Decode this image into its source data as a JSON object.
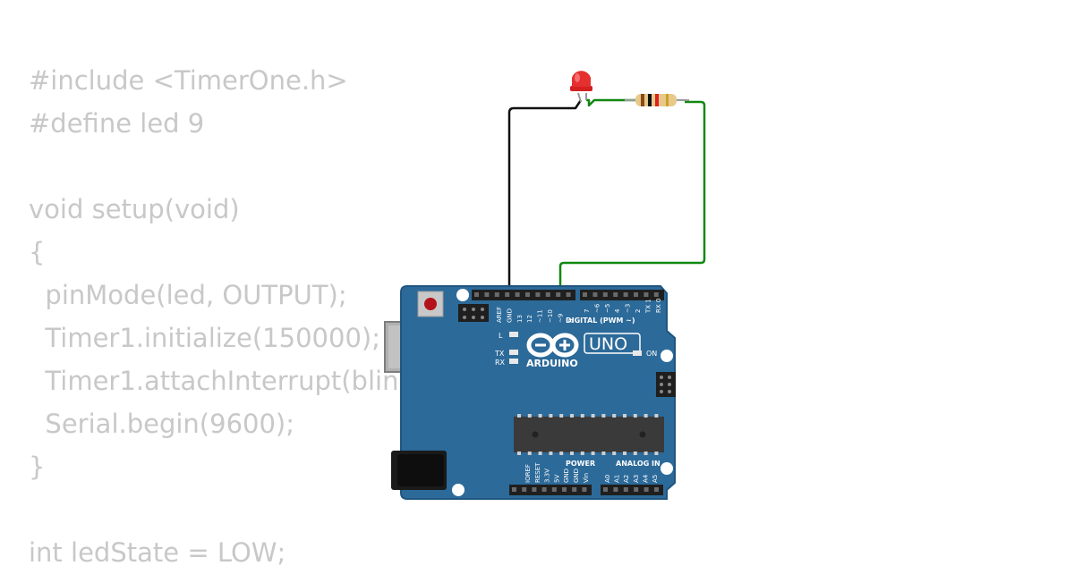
{
  "code": {
    "lines": [
      "#include <TimerOne.h>",
      "#define led 9",
      "",
      "void setup(void)",
      "{",
      "  pinMode(led, OUTPUT);",
      "  Timer1.initialize(150000);",
      "  Timer1.attachInterrupt(blinkLED);",
      "  Serial.begin(9600);",
      "}",
      "",
      "int ledState = LOW;"
    ]
  },
  "board": {
    "logo_text": "ARDUINO",
    "model_text": "UNO",
    "on_label": "ON",
    "l_label": "L",
    "tx_label": "TX",
    "rx_label": "RX",
    "digital_header": "DIGITAL (PWM ~)",
    "digital_pins": [
      "AREF",
      "GND",
      "13",
      "12",
      "~11",
      "~10",
      "~9",
      "8",
      "7",
      "~6",
      "~5",
      "4",
      "~3",
      "2",
      "TX 1",
      "RX 0"
    ],
    "power_header": "POWER",
    "power_pins": [
      "IOREF",
      "RESET",
      "3.3V",
      "5V",
      "GND",
      "GND",
      "Vin"
    ],
    "analog_header": "ANALOG IN",
    "analog_pins": [
      "A0",
      "A1",
      "A2",
      "A3",
      "A4",
      "A5"
    ]
  },
  "colors": {
    "board": "#2c6a99",
    "board_edge": "#1f5580",
    "code_text": "#c8c8c8",
    "wire_gnd": "#111111",
    "wire_signal": "#118811",
    "led": "#e02020",
    "resistor_body": "#e8c98a"
  }
}
